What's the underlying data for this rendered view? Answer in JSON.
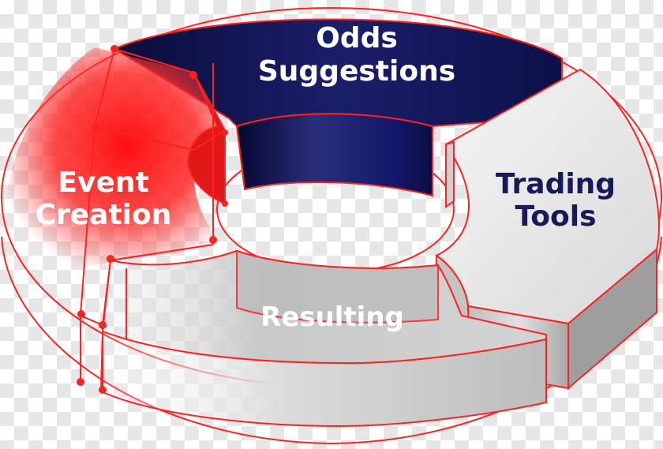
{
  "diagram": {
    "segments": [
      {
        "id": "odds",
        "lines": [
          "Odds",
          "Suggestions"
        ],
        "text_color": "#ffffff",
        "fill": "#0f1450"
      },
      {
        "id": "trading",
        "lines": [
          "Trading",
          "Tools"
        ],
        "text_color": "#161a5a",
        "fill": "#ececec"
      },
      {
        "id": "resulting",
        "lines": [
          "Resulting"
        ],
        "text_color": "#ffffff",
        "fill": "#cfcfcf"
      },
      {
        "id": "event",
        "lines": [
          "Event",
          "Creation"
        ],
        "text_color": "#ffffff",
        "fill": "#ff1f1f"
      }
    ],
    "colors": {
      "outline": "#ff2020",
      "navy": "#0f1450",
      "light_gray": "#ececec",
      "mid_gray": "#c8c8c8",
      "red": "#ff1f1f"
    }
  }
}
